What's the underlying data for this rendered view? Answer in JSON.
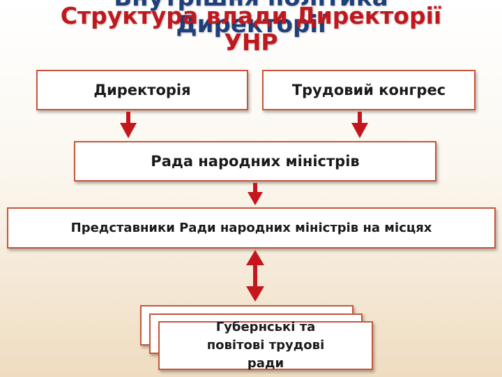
{
  "title_back": {
    "line1": "Внутрішня політика",
    "line2": "Директорії"
  },
  "title_front": {
    "line1": "Структура влади Директорії",
    "line2": "УНР"
  },
  "boxes": {
    "directory": "Директорія",
    "labor_congress": "Трудовий конгрес",
    "council": "Рада народних міністрів",
    "representatives": "Представники Ради народних міністрів на місцях",
    "councils_line1": "Губернські та",
    "councils_line2": "повітові трудові",
    "councils_line3": "ради"
  },
  "colors": {
    "arrow": "#c4161c",
    "border": "#c8553a",
    "title_red": "#c0181f",
    "title_blue": "#1f3f7a"
  }
}
